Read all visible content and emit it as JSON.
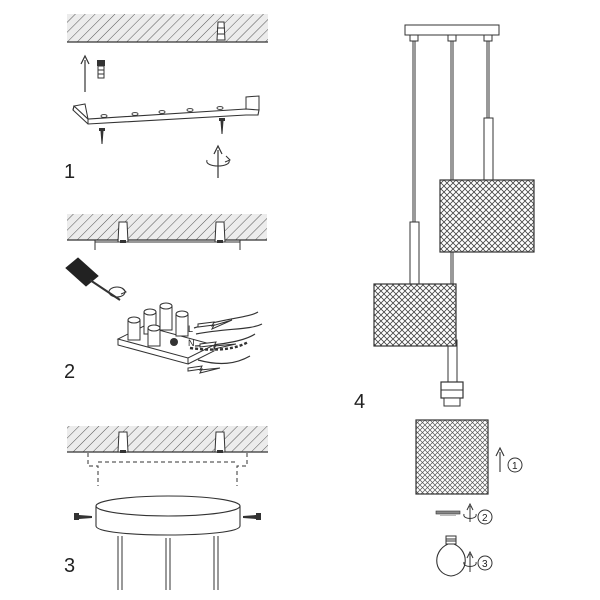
{
  "steps": [
    {
      "number": "1"
    },
    {
      "number": "2"
    },
    {
      "number": "3"
    },
    {
      "number": "4"
    }
  ],
  "shade_assembly": {
    "callouts": [
      {
        "number": "1"
      },
      {
        "number": "2"
      },
      {
        "number": "3"
      }
    ]
  },
  "terminal_block": {
    "markings": [
      "L",
      "N"
    ]
  },
  "colors": {
    "line": "#333333",
    "ceiling_fill": "#e6e6e6",
    "hatch": "#555555",
    "mesh": "#444444"
  }
}
